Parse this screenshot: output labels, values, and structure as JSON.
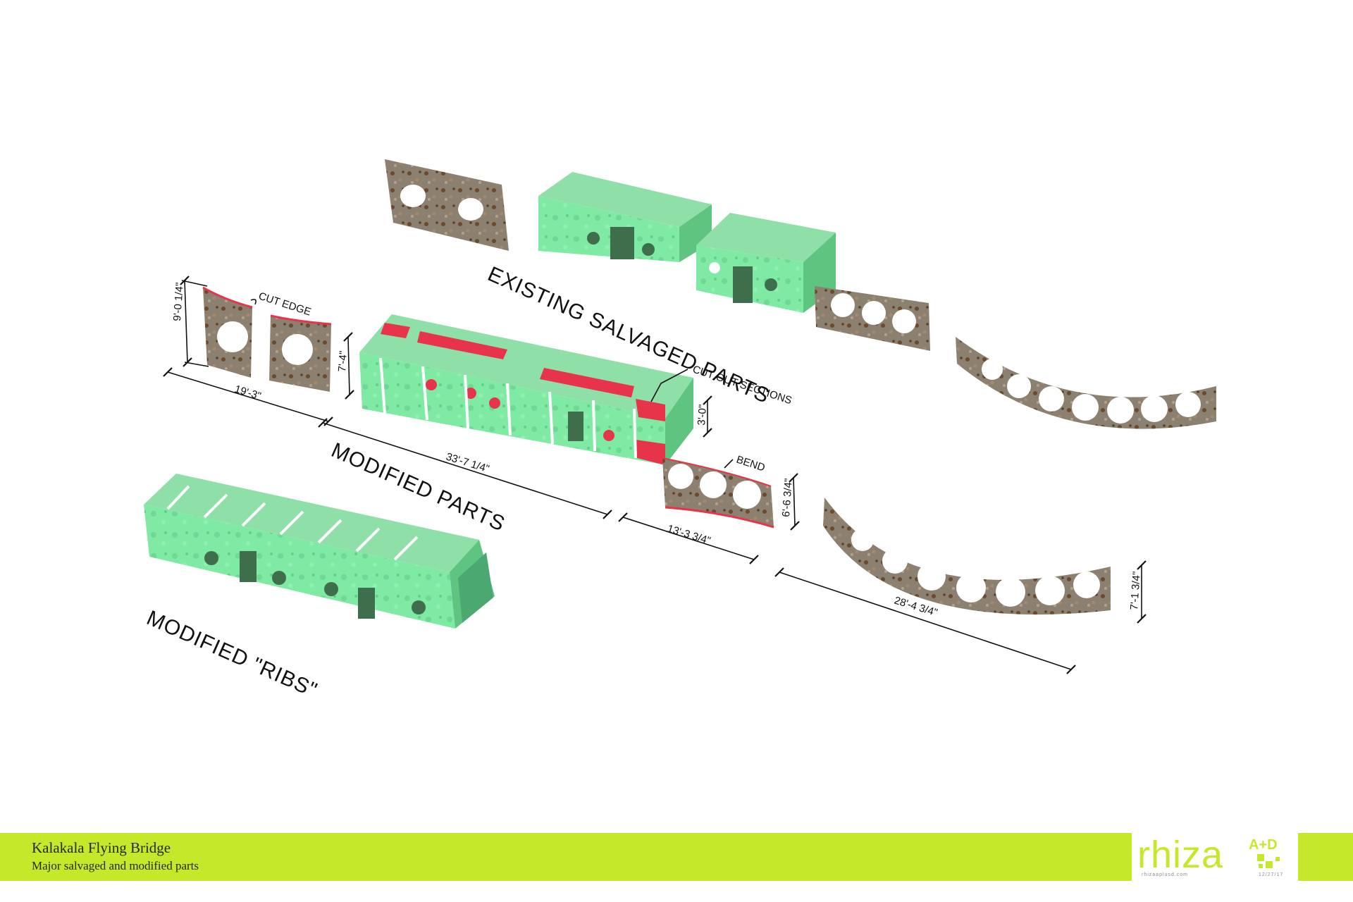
{
  "labels": {
    "existing": "EXISTING SALVAGED PARTS",
    "modified": "MODIFIED  PARTS",
    "ribs": "MODIFIED  \"RIBS\"",
    "cut_edge": "CUT EDGE",
    "cut_out_sections": "CUT OUT SECTIONS",
    "bend": "BEND"
  },
  "dimensions": {
    "d_9_0": "9'-0 1/4\"",
    "d_7_4": "7'-4\"",
    "d_19_3": "19'-3\"",
    "d_33_7": "33'-7 1/4\"",
    "d_3_0": "3'-0\"",
    "d_13_3": "13'-3 3/4\"",
    "d_6_6": "6'-6 3/4\"",
    "d_28_4": "28'-4 3/4\"",
    "d_7_1": "7'-1 3/4\""
  },
  "footer": {
    "title": "Kalakala Flying Bridge",
    "subtitle": "Major salvaged and modified parts"
  },
  "logo": {
    "text": "rhiza",
    "suffix": "A+D",
    "url": "rhizaaplusd.com",
    "date": "12/27/17"
  },
  "colors": {
    "green": "#7eeaa3",
    "rust": "#7a6a58",
    "red": "#e8344a",
    "lime": "#c6e82b"
  }
}
